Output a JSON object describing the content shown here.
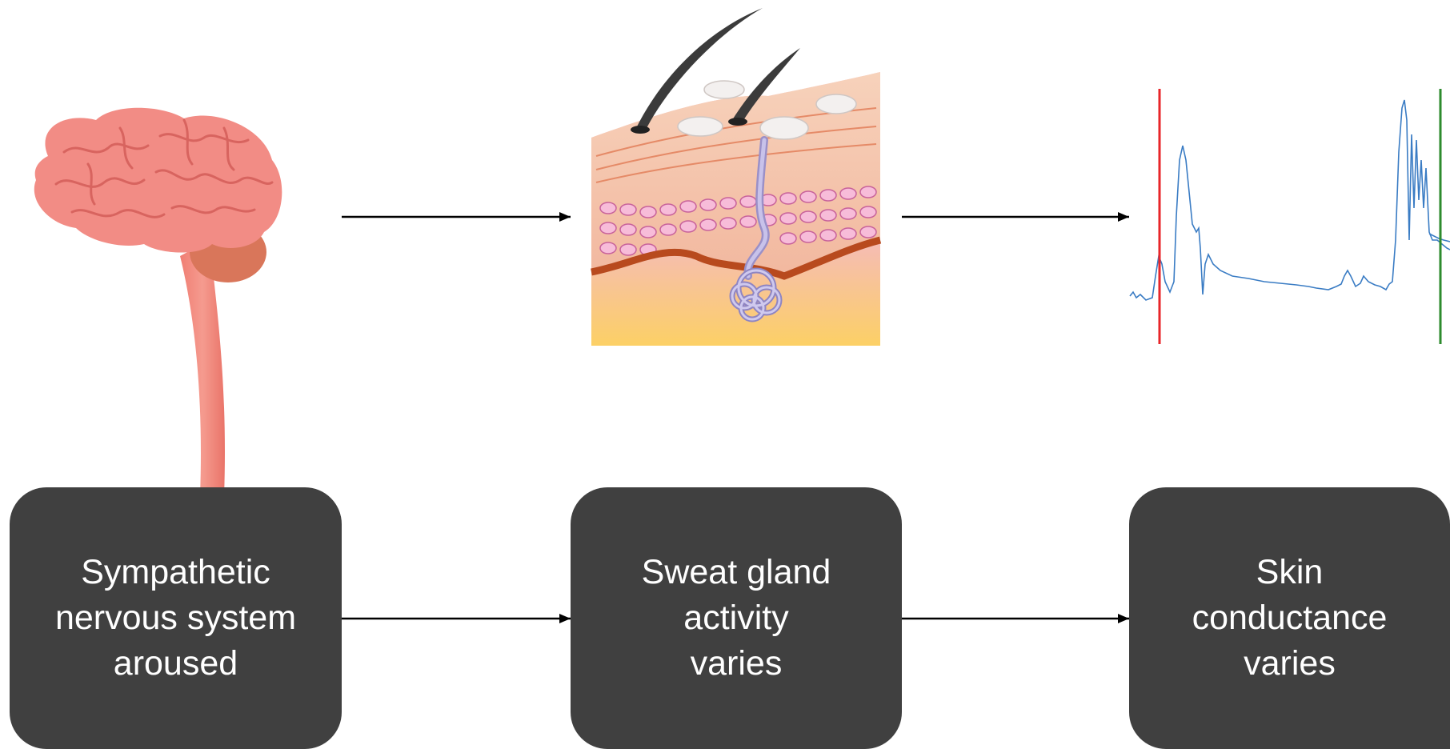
{
  "diagram": {
    "nodes": [
      {
        "id": "sns",
        "label": "Sympathetic\nnervous system\naroused",
        "image": "brain-and-spinal-cord-illustration"
      },
      {
        "id": "sweat",
        "label": "Sweat gland\nactivity\nvaries",
        "image": "skin-cross-section-sweat-gland-illustration"
      },
      {
        "id": "sc",
        "label": "Skin\nconductance\nvaries",
        "image": "skin-conductance-trace"
      }
    ],
    "edges": [
      {
        "from": "sns",
        "to": "sweat"
      },
      {
        "from": "sweat",
        "to": "sc"
      }
    ]
  },
  "colors": {
    "box_fill": "#404040",
    "box_text": "#ffffff",
    "arrow": "#000000",
    "brain": "#f28c85",
    "trace": "#3a7cc4",
    "marker_start": "#e8262a",
    "marker_end": "#2e8b2e"
  },
  "icons": [
    "brain-icon",
    "skin-layer-icon",
    "sweat-gland-icon",
    "hair-icon",
    "conductance-trace-icon"
  ]
}
